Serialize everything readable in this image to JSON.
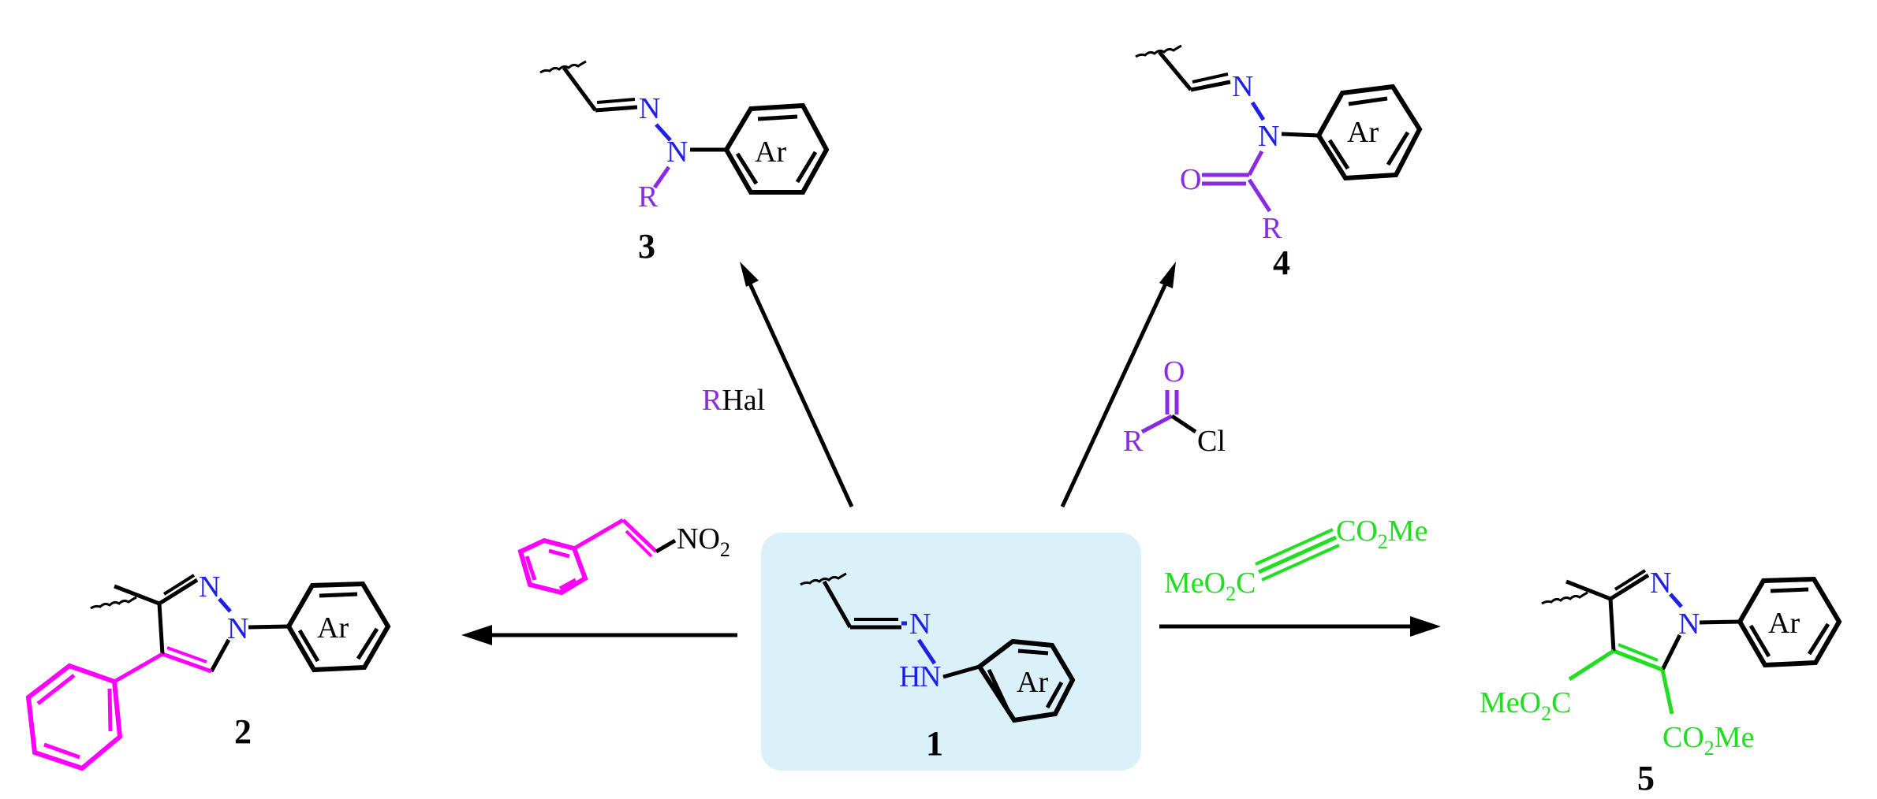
{
  "colors": {
    "black": "#000000",
    "nitrogen": "#1f1fe6",
    "acyl_alkyl": "#8a2be2",
    "nitrostyrene": "#ff00ff",
    "dmad": "#22dd22",
    "highlight_box": "#dbf1fa"
  },
  "compounds": {
    "c1": {
      "number": "1",
      "atoms": {
        "n1": "N",
        "nh_h": "H",
        "nh_n": "N",
        "ar": "Ar"
      }
    },
    "c2": {
      "number": "2",
      "atoms": {
        "n1": "N",
        "n2": "N",
        "ar": "Ar"
      }
    },
    "c3": {
      "number": "3",
      "atoms": {
        "n1": "N",
        "n2": "N",
        "r": "R",
        "ar": "Ar"
      }
    },
    "c4": {
      "number": "4",
      "atoms": {
        "n1": "N",
        "n2": "N",
        "o": "O",
        "r": "R",
        "ar": "Ar"
      }
    },
    "c5": {
      "number": "5",
      "atoms": {
        "n1": "N",
        "n2": "N",
        "ar": "Ar",
        "meo2c": {
          "a": "MeO",
          "sub": "2",
          "b": "C"
        },
        "co2me": {
          "a": "CO",
          "sub": "2",
          "b": "Me"
        }
      }
    }
  },
  "reagents": {
    "rhal": {
      "r": "R",
      "rest": "Hal"
    },
    "acyl_chloride": {
      "o": "O",
      "r": "R",
      "cl": "Cl"
    },
    "nitrostyrene": {
      "a": "NO",
      "sub": "2"
    },
    "dmad": {
      "right": {
        "a": "CO",
        "sub": "2",
        "b": "Me"
      },
      "left": {
        "a": "MeO",
        "sub": "2",
        "b": "C"
      }
    }
  }
}
